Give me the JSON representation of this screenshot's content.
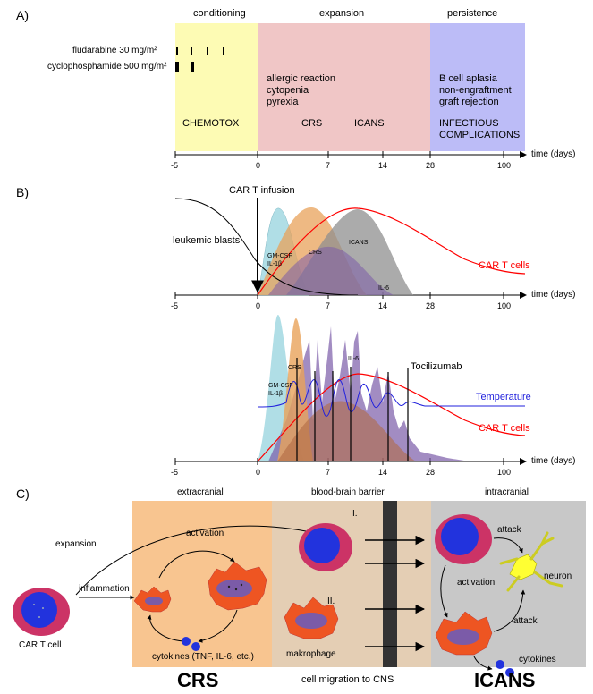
{
  "panel_a": {
    "label": "A)",
    "phases": [
      "conditioning",
      "expansion",
      "persistence"
    ],
    "drugs": [
      "fludarabine 30 mg/m²",
      "cyclophosphamide 500 mg/m²"
    ],
    "expansion_events": [
      "allergic reaction",
      "cytopenia",
      "pyrexia"
    ],
    "chemotox": "CHEMOTOX",
    "crs": "CRS",
    "icans": "ICANS",
    "persistence_events": [
      "B cell aplasia",
      "non-engraftment",
      "graft rejection"
    ],
    "infectious": [
      "INFECTIOUS",
      "COMPLICATIONS"
    ],
    "ticks": [
      "-5",
      "0",
      "7",
      "14",
      "28",
      "100"
    ],
    "axis_label": "time (days)",
    "colors": {
      "conditioning": "#fdfbb4",
      "expansion": "#f0c6c6",
      "persistence": "#bcbcf7"
    }
  },
  "panel_b": {
    "label": "B)",
    "infusion": "CAR T infusion",
    "blasts": "leukemic blasts",
    "cart": "CAR T cells",
    "gmcsf": [
      "GM-CSF",
      "IL-1β"
    ],
    "crs": "CRS",
    "icans": "ICANS",
    "il6": "IL-6",
    "tocilizumab": "Tocilizumab",
    "temperature": "Temperature",
    "ticks": [
      "-5",
      "0",
      "7",
      "14",
      "28",
      "100"
    ],
    "axis_label": "time (days)",
    "colors": {
      "cyan": "#9cd6e0",
      "orange": "#e8a25a",
      "gray": "#8f8f8f",
      "purple": "#7b5ba8",
      "brown": "#b06a45",
      "red": "#ff0000",
      "blue": "#2222dd"
    }
  },
  "panel_c": {
    "label": "C)",
    "headers": [
      "extracranial",
      "blood-brain barrier",
      "intracranial"
    ],
    "expansion": "expansion",
    "inflammation": "inflammation",
    "car_t_cell": "CAR T cell",
    "activation_top": "activation",
    "cytokines_left": "cytokines (TNF, IL-6, etc.)",
    "route_1": "I.",
    "route_2": "II.",
    "makrophage": "makrophage",
    "attack_1": "attack",
    "attack_2": "attack",
    "neuron": "neuron",
    "activation_right": "activation",
    "cytokines_right": "cytokines",
    "footer_crs": "CRS",
    "footer_mid": "cell migration to CNS",
    "footer_icans": "ICANS",
    "colors": {
      "extracranial": "#f8c590",
      "bbb": "#e4ceb4",
      "intracranial": "#c8c8c8",
      "barrier": "#333333",
      "magenta": "#cc3366",
      "nucleus": "#2233dd",
      "macrophage": "#ee5522",
      "neuron": "#ffff33"
    }
  }
}
